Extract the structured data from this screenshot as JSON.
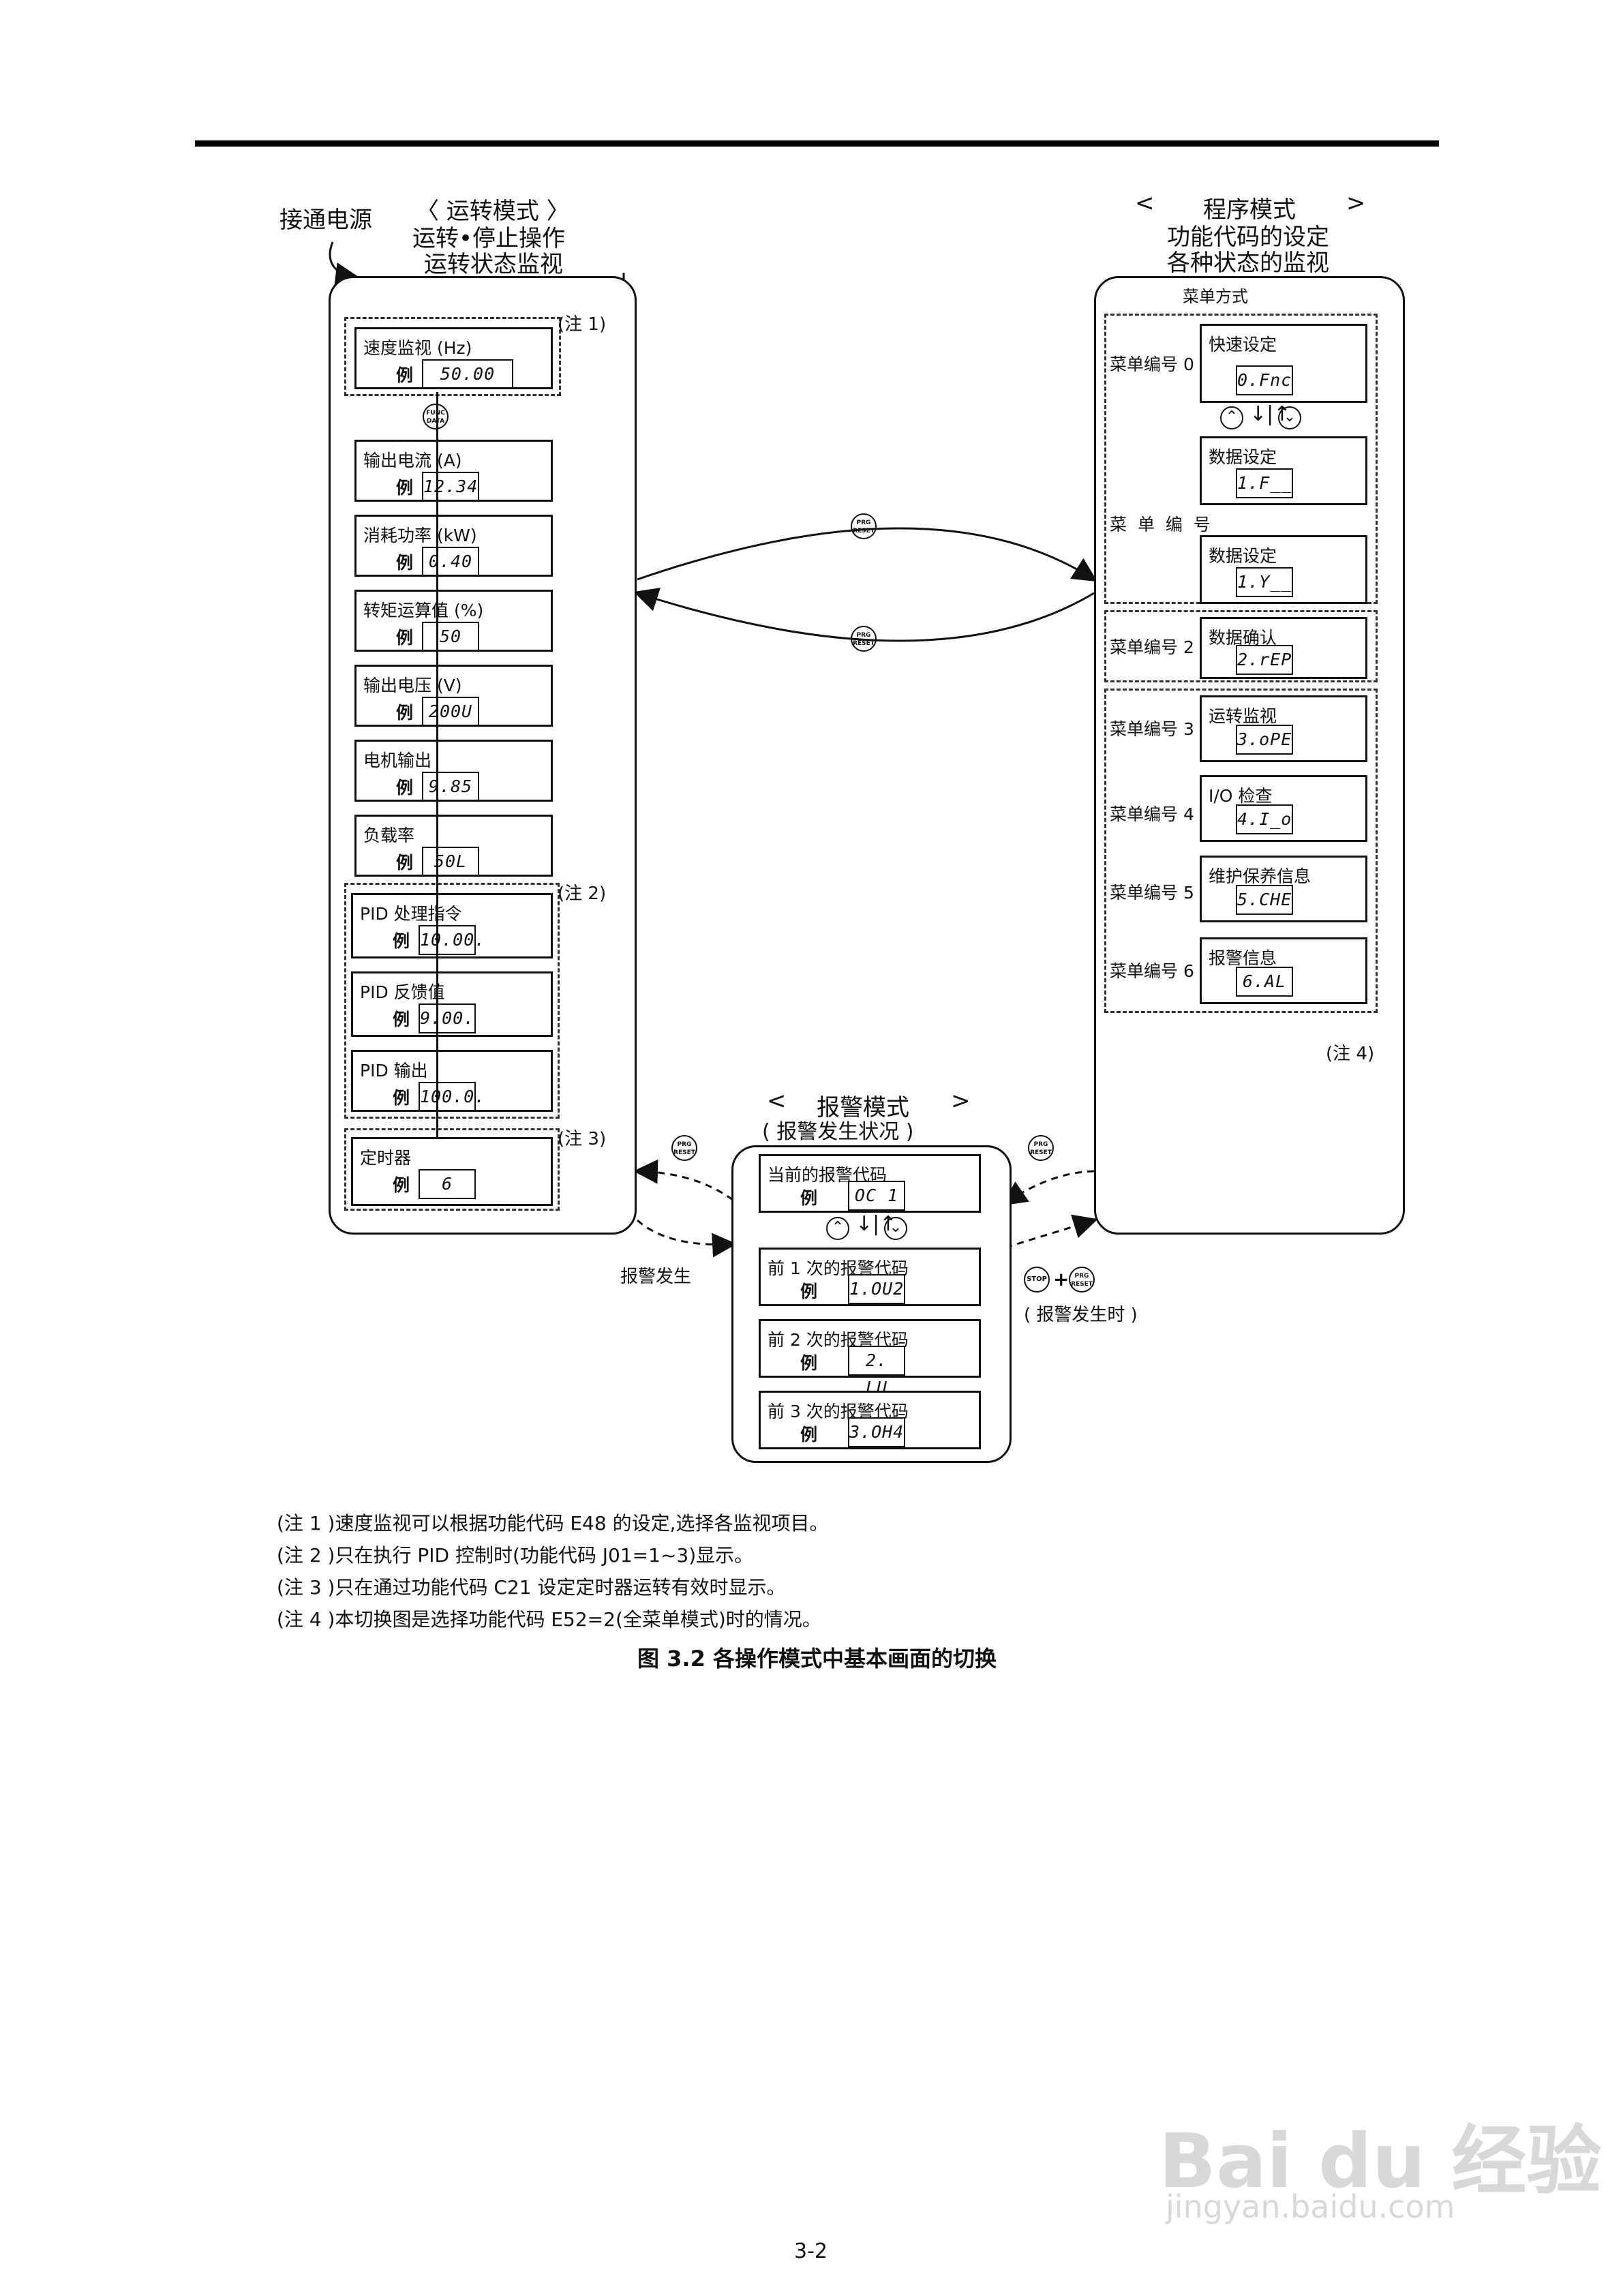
{
  "power_on": "接通电源",
  "run_mode": {
    "title": "〈 运转模式 〉",
    "sub1": "运转•停止操作",
    "sub2": "运转状态监视",
    "note1": "(注 1)",
    "note2": "(注 2)",
    "note3": "(注 3)",
    "func_key": "FUNC DATA",
    "items": [
      {
        "label": "速度监视       (Hz)",
        "example": "例",
        "lcd": "50.00"
      },
      {
        "label": "输出电流   (A)",
        "example": "例",
        "lcd": "12.34"
      },
      {
        "label": "消耗功率   (kW)",
        "example": "例",
        "lcd": "0.40"
      },
      {
        "label": "转矩运算值       (%)",
        "example": "例",
        "lcd": "50"
      },
      {
        "label": "输出电压   (V)",
        "example": "例",
        "lcd": "200U"
      },
      {
        "label": "电机输出",
        "example": "例",
        "lcd": "9.85"
      },
      {
        "label": "负载率",
        "example": "例",
        "lcd": "50L"
      },
      {
        "label": "PID 处理指令",
        "example": "例",
        "lcd": "10.00."
      },
      {
        "label": "PID 反馈值",
        "example": "例",
        "lcd": "9.00."
      },
      {
        "label": "PID 输出",
        "example": "例",
        "lcd": "100.0."
      },
      {
        "label": "定时器",
        "example": "例",
        "lcd": "6"
      }
    ]
  },
  "program_mode": {
    "title_l": "<",
    "title": "程序模式",
    "title_r": ">",
    "sub1": "功能代码的设定",
    "sub2": "各种状态的监视",
    "menu_method": "菜单方式",
    "note4": "(注 4)",
    "menus": [
      {
        "num": "菜单编号 0",
        "label": "快速设定",
        "lcd": "0.Fnc"
      },
      {
        "num": "菜 单 编 号",
        "label": "数据设定",
        "lcd": "1.F__"
      },
      {
        "num": "",
        "label": "数据设定",
        "lcd": "1.Y__"
      },
      {
        "num": "菜单编号 2",
        "label": "数据确认",
        "lcd": "2.rEP"
      },
      {
        "num": "菜单编号 3",
        "label": "运转监视",
        "lcd": "3.oPE"
      },
      {
        "num": "菜单编号 4",
        "label": "I/O 检查",
        "lcd": "4.I_o"
      },
      {
        "num": "菜单编号 5",
        "label": "维护保养信息",
        "lcd": "5.CHE"
      },
      {
        "num": "菜单编号 6",
        "label": "报警信息",
        "lcd": "6.AL"
      }
    ]
  },
  "alarm_mode": {
    "title_l": "<",
    "title": "报警模式",
    "title_r": ">",
    "sub": "(   报警发生状况   )",
    "items": [
      {
        "label": "当前的报警代码",
        "example": "例",
        "lcd": "OC 1"
      },
      {
        "label": "前 1 次的报警代码",
        "example": "例",
        "lcd": "1.OU2"
      },
      {
        "label": "前 2 次的报警代码",
        "example": "例",
        "lcd": "2. LU"
      },
      {
        "label": "前 3 次的报警代码",
        "example": "例",
        "lcd": "3.OH4"
      }
    ],
    "alarm_occur": "报警发生",
    "stop_plus_prg": "(    报警发生时    )"
  },
  "keys": {
    "prg": "PRG RESET",
    "stop": "STOP",
    "plus": "+"
  },
  "notes": [
    "(注 1 )速度监视可以根据功能代码 E48 的设定,选择各监视项目。",
    "(注 2 )只在执行 PID 控制时(功能代码 J01=1~3)显示。",
    "(注 3 )只在通过功能代码 C21 设定定时器运转有效时显示。",
    "(注 4 )本切换图是选择功能代码 E52=2(全菜单模式)时的情况。"
  ],
  "caption": "图 3.2   各操作模式中基本画面的切换",
  "watermark": {
    "logo": "Bai du 经验",
    "url": "jingyan.baidu.com"
  },
  "page_number": "3-2"
}
